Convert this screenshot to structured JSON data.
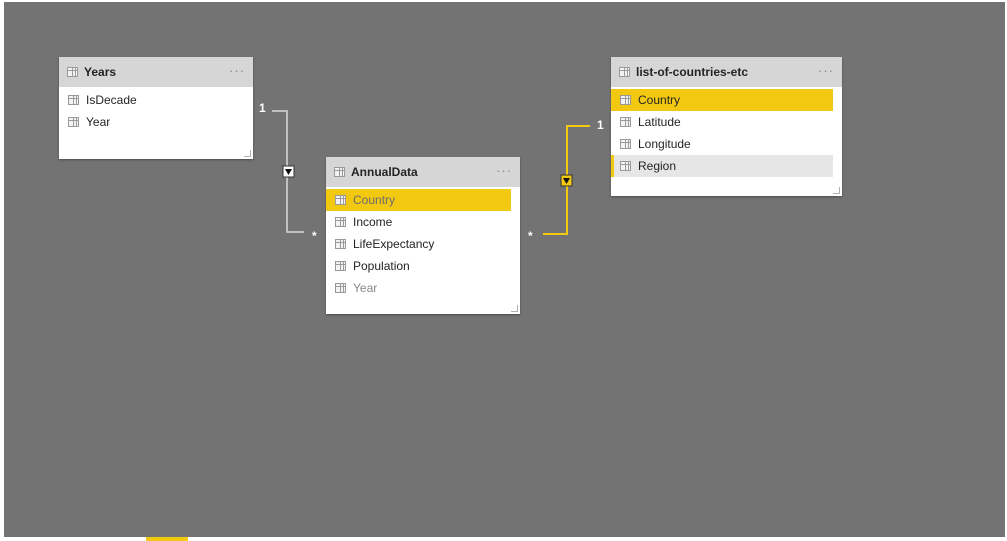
{
  "colors": {
    "canvas": "#737373",
    "accent": "#f2c811",
    "header": "#d6d6d6"
  },
  "tables": {
    "years": {
      "title": "Years",
      "menu": "···",
      "fields": [
        "IsDecade",
        "Year"
      ]
    },
    "annual": {
      "title": "AnnualData",
      "menu": "···",
      "fields": [
        "Country",
        "Income",
        "LifeExpectancy",
        "Population",
        "Year"
      ]
    },
    "countries": {
      "title": "list-of-countries-etc",
      "menu": "···",
      "fields": [
        "Country",
        "Latitude",
        "Longitude",
        "Region"
      ]
    }
  },
  "relationships": {
    "years_annual": {
      "one": "1",
      "many": "*"
    },
    "countries_annual": {
      "one": "1",
      "many": "*"
    }
  }
}
